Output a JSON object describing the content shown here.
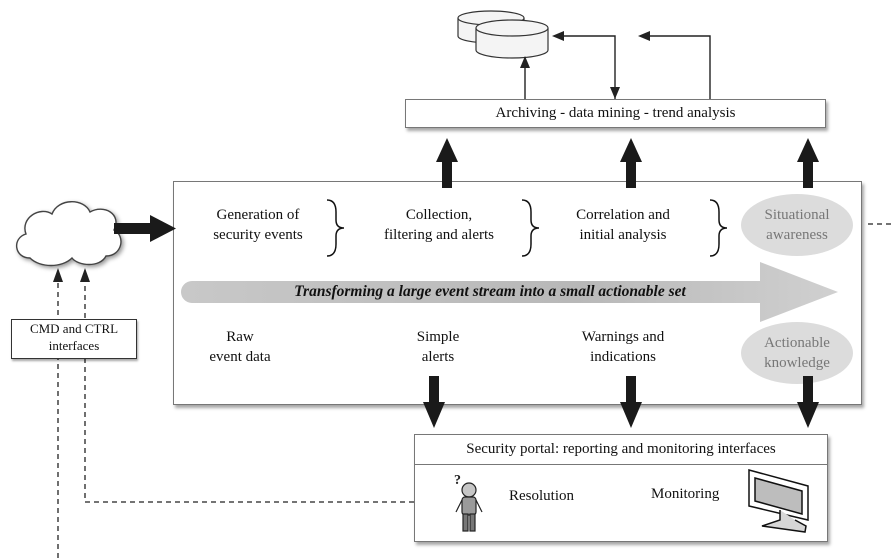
{
  "archive_box": {
    "label": "Archiving - data mining - trend analysis"
  },
  "stages": [
    {
      "label_line1": "Generation of",
      "label_line2": "security events"
    },
    {
      "label_line1": "Collection,",
      "label_line2": "filtering and alerts"
    },
    {
      "label_line1": "Correlation and",
      "label_line2": "initial analysis"
    }
  ],
  "situational": {
    "line1": "Situational",
    "line2": "awareness"
  },
  "banner": {
    "text": "Transforming a large event stream into a small actionable set"
  },
  "outputs": [
    {
      "line1": "Raw",
      "line2": "event data"
    },
    {
      "line1": "Simple",
      "line2": "alerts"
    },
    {
      "line1": "Warnings and",
      "line2": "indications"
    }
  ],
  "actionable": {
    "line1": "Actionable",
    "line2": "knowledge"
  },
  "cmd_box": {
    "line1": "CMD and CTRL",
    "line2": "interfaces"
  },
  "portal": {
    "title": "Security portal:  reporting and monitoring interfaces",
    "resolution": "Resolution",
    "monitoring": "Monitoring"
  },
  "icons": [
    "database-icon",
    "cloud-icon",
    "person-question-icon",
    "monitor-icon"
  ]
}
